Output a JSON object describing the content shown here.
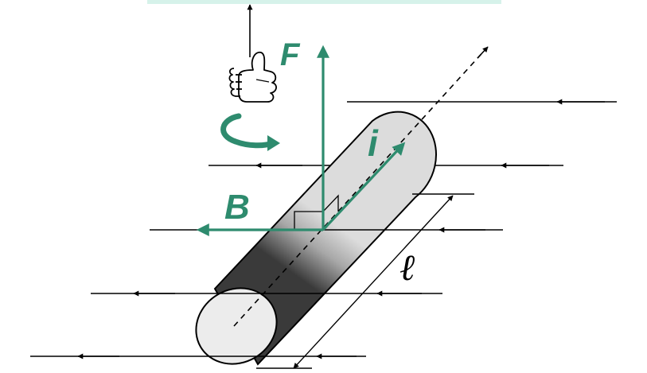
{
  "labels": {
    "force": "F",
    "field": "B",
    "current": "i",
    "length": "ℓ"
  },
  "icons": {
    "hand": "thumbs-up-hand-icon",
    "rotation": "curl-rotation-arrow-icon"
  },
  "colors": {
    "vector": "#2e8b6e",
    "field_lines": "#000000",
    "top_band": "#d6f2ea"
  }
}
